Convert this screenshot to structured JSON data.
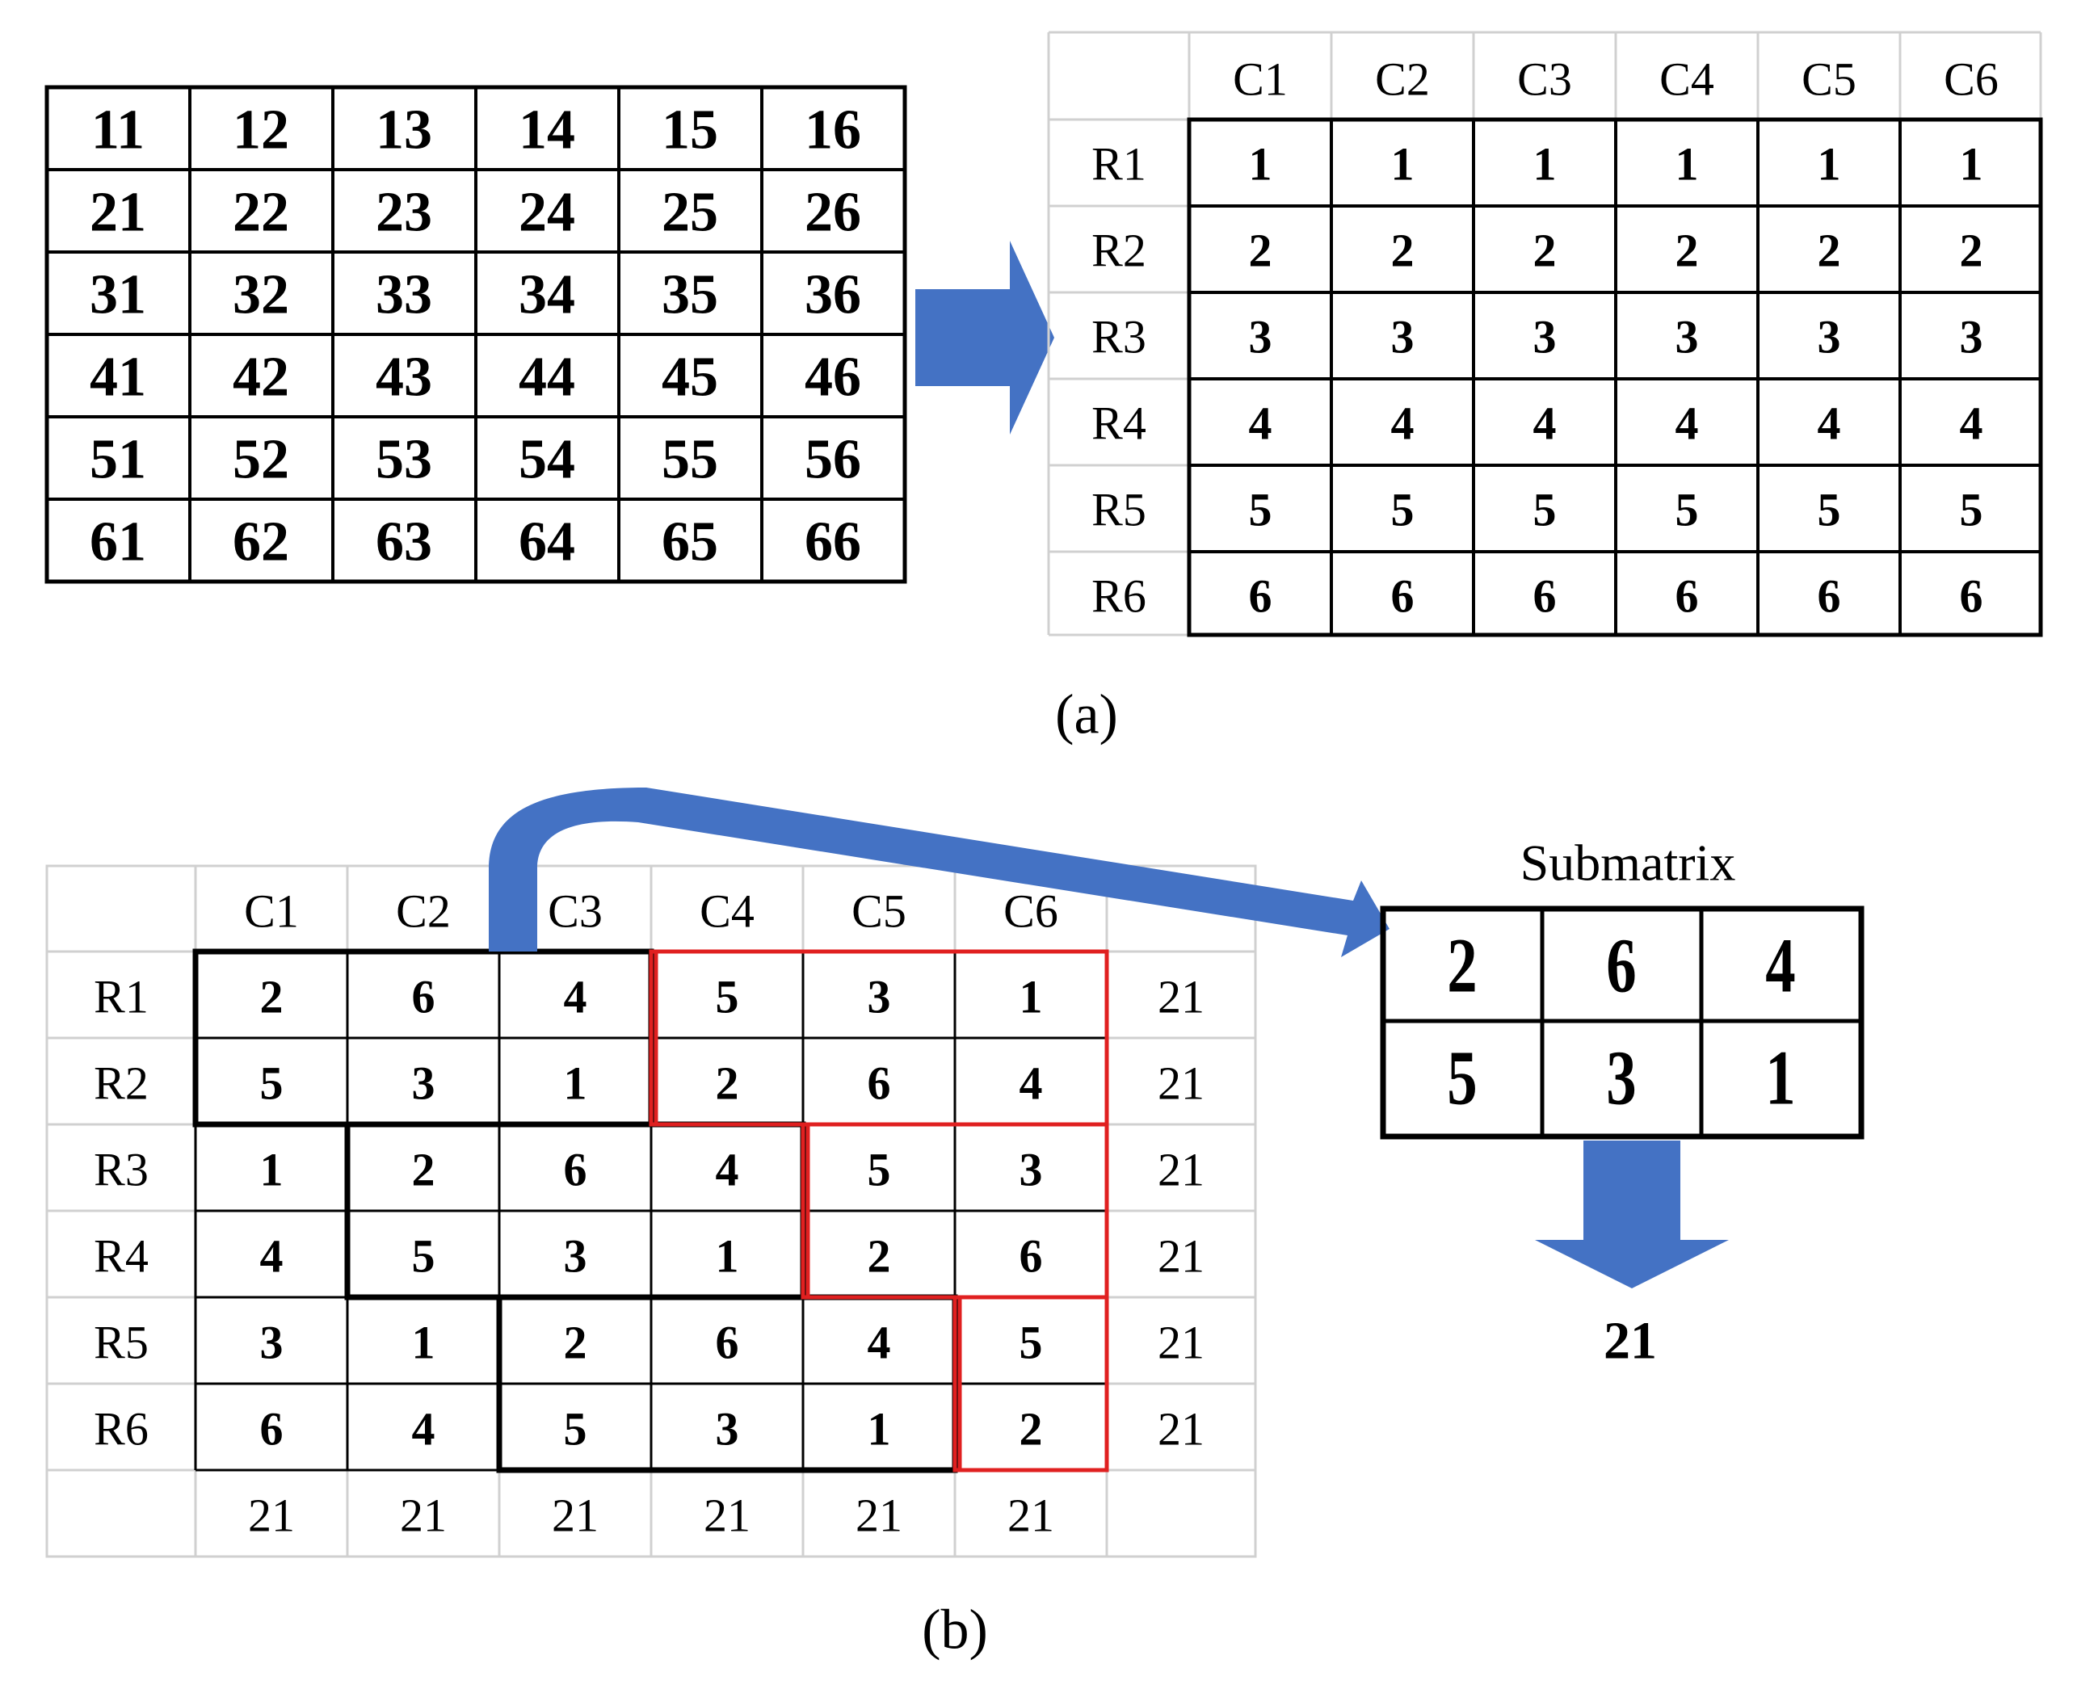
{
  "panel_a": {
    "source_matrix": [
      [
        "11",
        "12",
        "13",
        "14",
        "15",
        "16"
      ],
      [
        "21",
        "22",
        "23",
        "24",
        "25",
        "26"
      ],
      [
        "31",
        "32",
        "33",
        "34",
        "35",
        "36"
      ],
      [
        "41",
        "42",
        "43",
        "44",
        "45",
        "46"
      ],
      [
        "51",
        "52",
        "53",
        "54",
        "55",
        "56"
      ],
      [
        "61",
        "62",
        "63",
        "64",
        "65",
        "66"
      ]
    ],
    "column_headers": [
      "C1",
      "C2",
      "C3",
      "C4",
      "C5",
      "C6"
    ],
    "row_headers": [
      "R1",
      "R2",
      "R3",
      "R4",
      "R5",
      "R6"
    ],
    "result_matrix": [
      [
        "1",
        "1",
        "1",
        "1",
        "1",
        "1"
      ],
      [
        "2",
        "2",
        "2",
        "2",
        "2",
        "2"
      ],
      [
        "3",
        "3",
        "3",
        "3",
        "3",
        "3"
      ],
      [
        "4",
        "4",
        "4",
        "4",
        "4",
        "4"
      ],
      [
        "5",
        "5",
        "5",
        "5",
        "5",
        "5"
      ],
      [
        "6",
        "6",
        "6",
        "6",
        "6",
        "6"
      ]
    ],
    "caption": "(a)"
  },
  "panel_b": {
    "column_headers": [
      "C1",
      "C2",
      "C3",
      "C4",
      "C5",
      "C6"
    ],
    "row_headers": [
      "R1",
      "R2",
      "R3",
      "R4",
      "R5",
      "R6"
    ],
    "matrix": [
      [
        "2",
        "6",
        "4",
        "5",
        "3",
        "1"
      ],
      [
        "5",
        "3",
        "1",
        "2",
        "6",
        "4"
      ],
      [
        "1",
        "2",
        "6",
        "4",
        "5",
        "3"
      ],
      [
        "4",
        "5",
        "3",
        "1",
        "2",
        "6"
      ],
      [
        "3",
        "1",
        "2",
        "6",
        "4",
        "5"
      ],
      [
        "6",
        "4",
        "5",
        "3",
        "1",
        "2"
      ]
    ],
    "row_sums": [
      "21",
      "21",
      "21",
      "21",
      "21",
      "21"
    ],
    "column_sums": [
      "21",
      "21",
      "21",
      "21",
      "21",
      "21"
    ],
    "submatrix_title": "Submatrix",
    "submatrix": [
      [
        "2",
        "6",
        "4"
      ],
      [
        "5",
        "3",
        "1"
      ]
    ],
    "submatrix_sum": "21",
    "caption": "(b)",
    "colors": {
      "arrow": "#4472c4",
      "red_outline": "#e02020",
      "grid": "#d0d0d0"
    }
  }
}
